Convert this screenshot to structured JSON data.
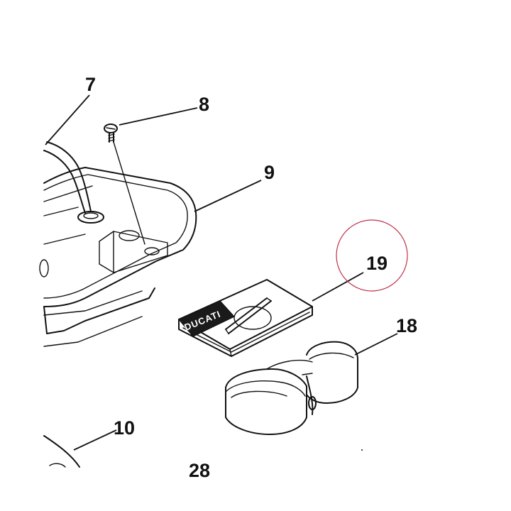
{
  "callouts": {
    "c7": "7",
    "c8": "8",
    "c9": "9",
    "c10": "10",
    "c18": "18",
    "c19": "19",
    "c28": "28"
  },
  "manual_cover": {
    "brand_text": "DUCATI"
  },
  "highlight": {
    "target_callout": "19",
    "color": "#c0304a"
  },
  "colors": {
    "ink": "#111111",
    "paper": "#ffffff",
    "cover_band": "#1a1a1a"
  },
  "icons": {
    "screw": "screw-icon",
    "manual": "manual-booklet-icon",
    "toolkit": "tool-roll-icon"
  }
}
